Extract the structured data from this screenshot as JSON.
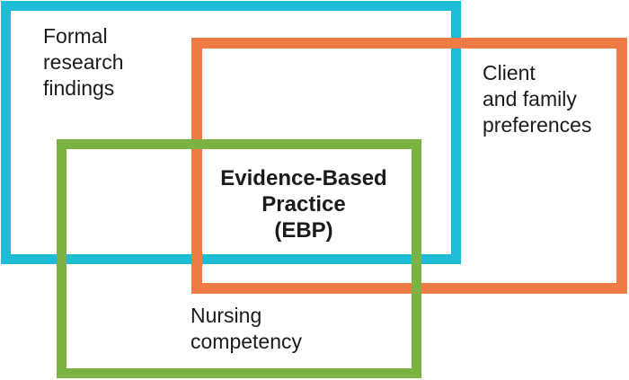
{
  "diagram": {
    "background_color": "#ffffff",
    "text_color": "#1b1b1b",
    "center": {
      "name": "evidence-based-practice",
      "lines": [
        "Evidence-Based",
        "Practice",
        "(EBP)"
      ]
    },
    "regions": [
      {
        "name": "formal-research-findings",
        "color": "#1fbcd8",
        "lines": [
          "Formal",
          "research",
          "findings"
        ]
      },
      {
        "name": "client-and-family-preferences",
        "color": "#ef7b45",
        "lines": [
          "Client",
          "and family",
          "preferences"
        ]
      },
      {
        "name": "nursing-competency",
        "color": "#7bb343",
        "lines": [
          "Nursing",
          "competency"
        ]
      }
    ]
  }
}
